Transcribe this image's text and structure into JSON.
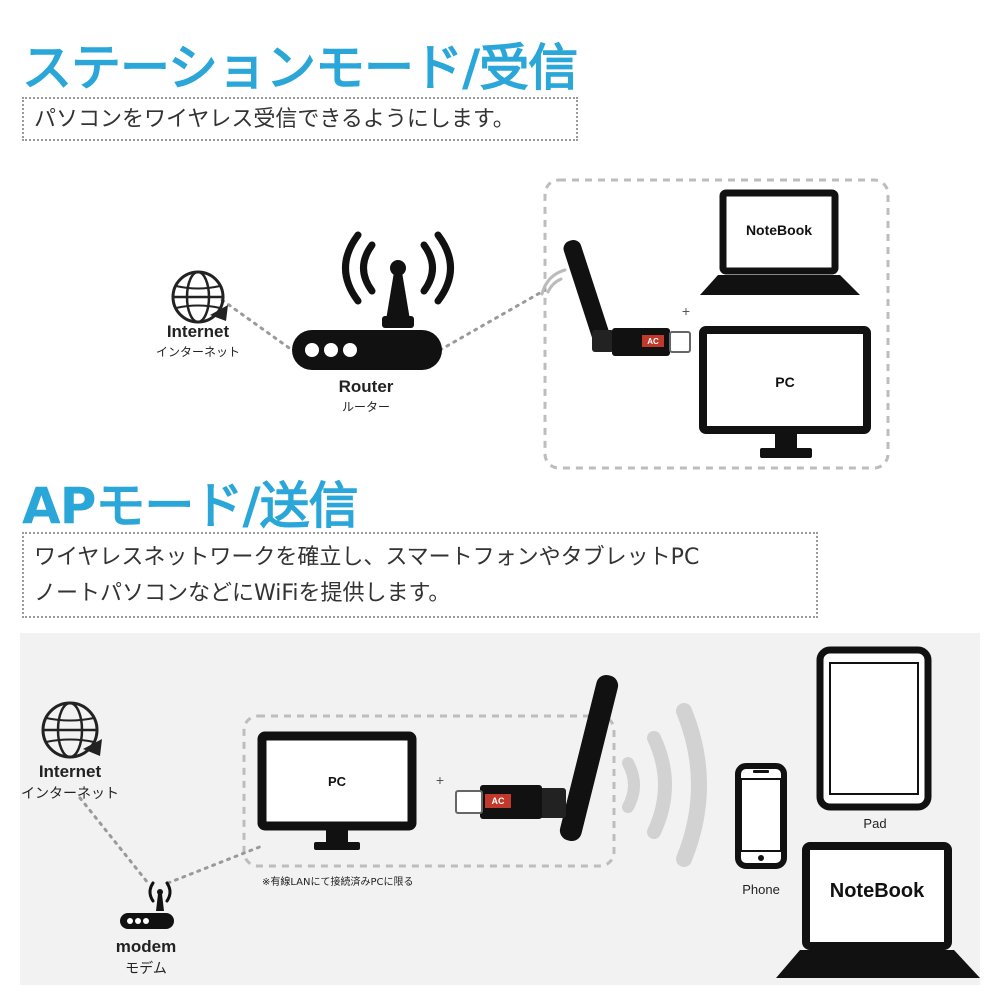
{
  "station": {
    "title": "ステーションモード/受信",
    "description": "パソコンをワイヤレス受信できるようにします。",
    "internet_en": "Internet",
    "internet_jp": "インターネット",
    "router_en": "Router",
    "router_jp": "ルーター",
    "notebook": "NoteBook",
    "pc": "PC",
    "plus": "+",
    "adapter_label": "AC"
  },
  "ap": {
    "title": "APモード/送信",
    "description_line1": "ワイヤレスネットワークを確立し、スマートフォンやタブレットPC",
    "description_line2": "ノートパソコンなどにWiFiを提供します。",
    "internet_en": "Internet",
    "internet_jp": "インターネット",
    "modem_en": "modem",
    "modem_jp": "モデム",
    "pc": "PC",
    "plus": "+",
    "adapter_label": "AC",
    "note": "※有線LANにて接続済みPCに限る",
    "phone": "Phone",
    "pad": "Pad",
    "notebook": "NoteBook"
  },
  "colors": {
    "title": "#2aa7d8",
    "device": "#1a1a1a",
    "ap_background": "#f2f2f2"
  }
}
